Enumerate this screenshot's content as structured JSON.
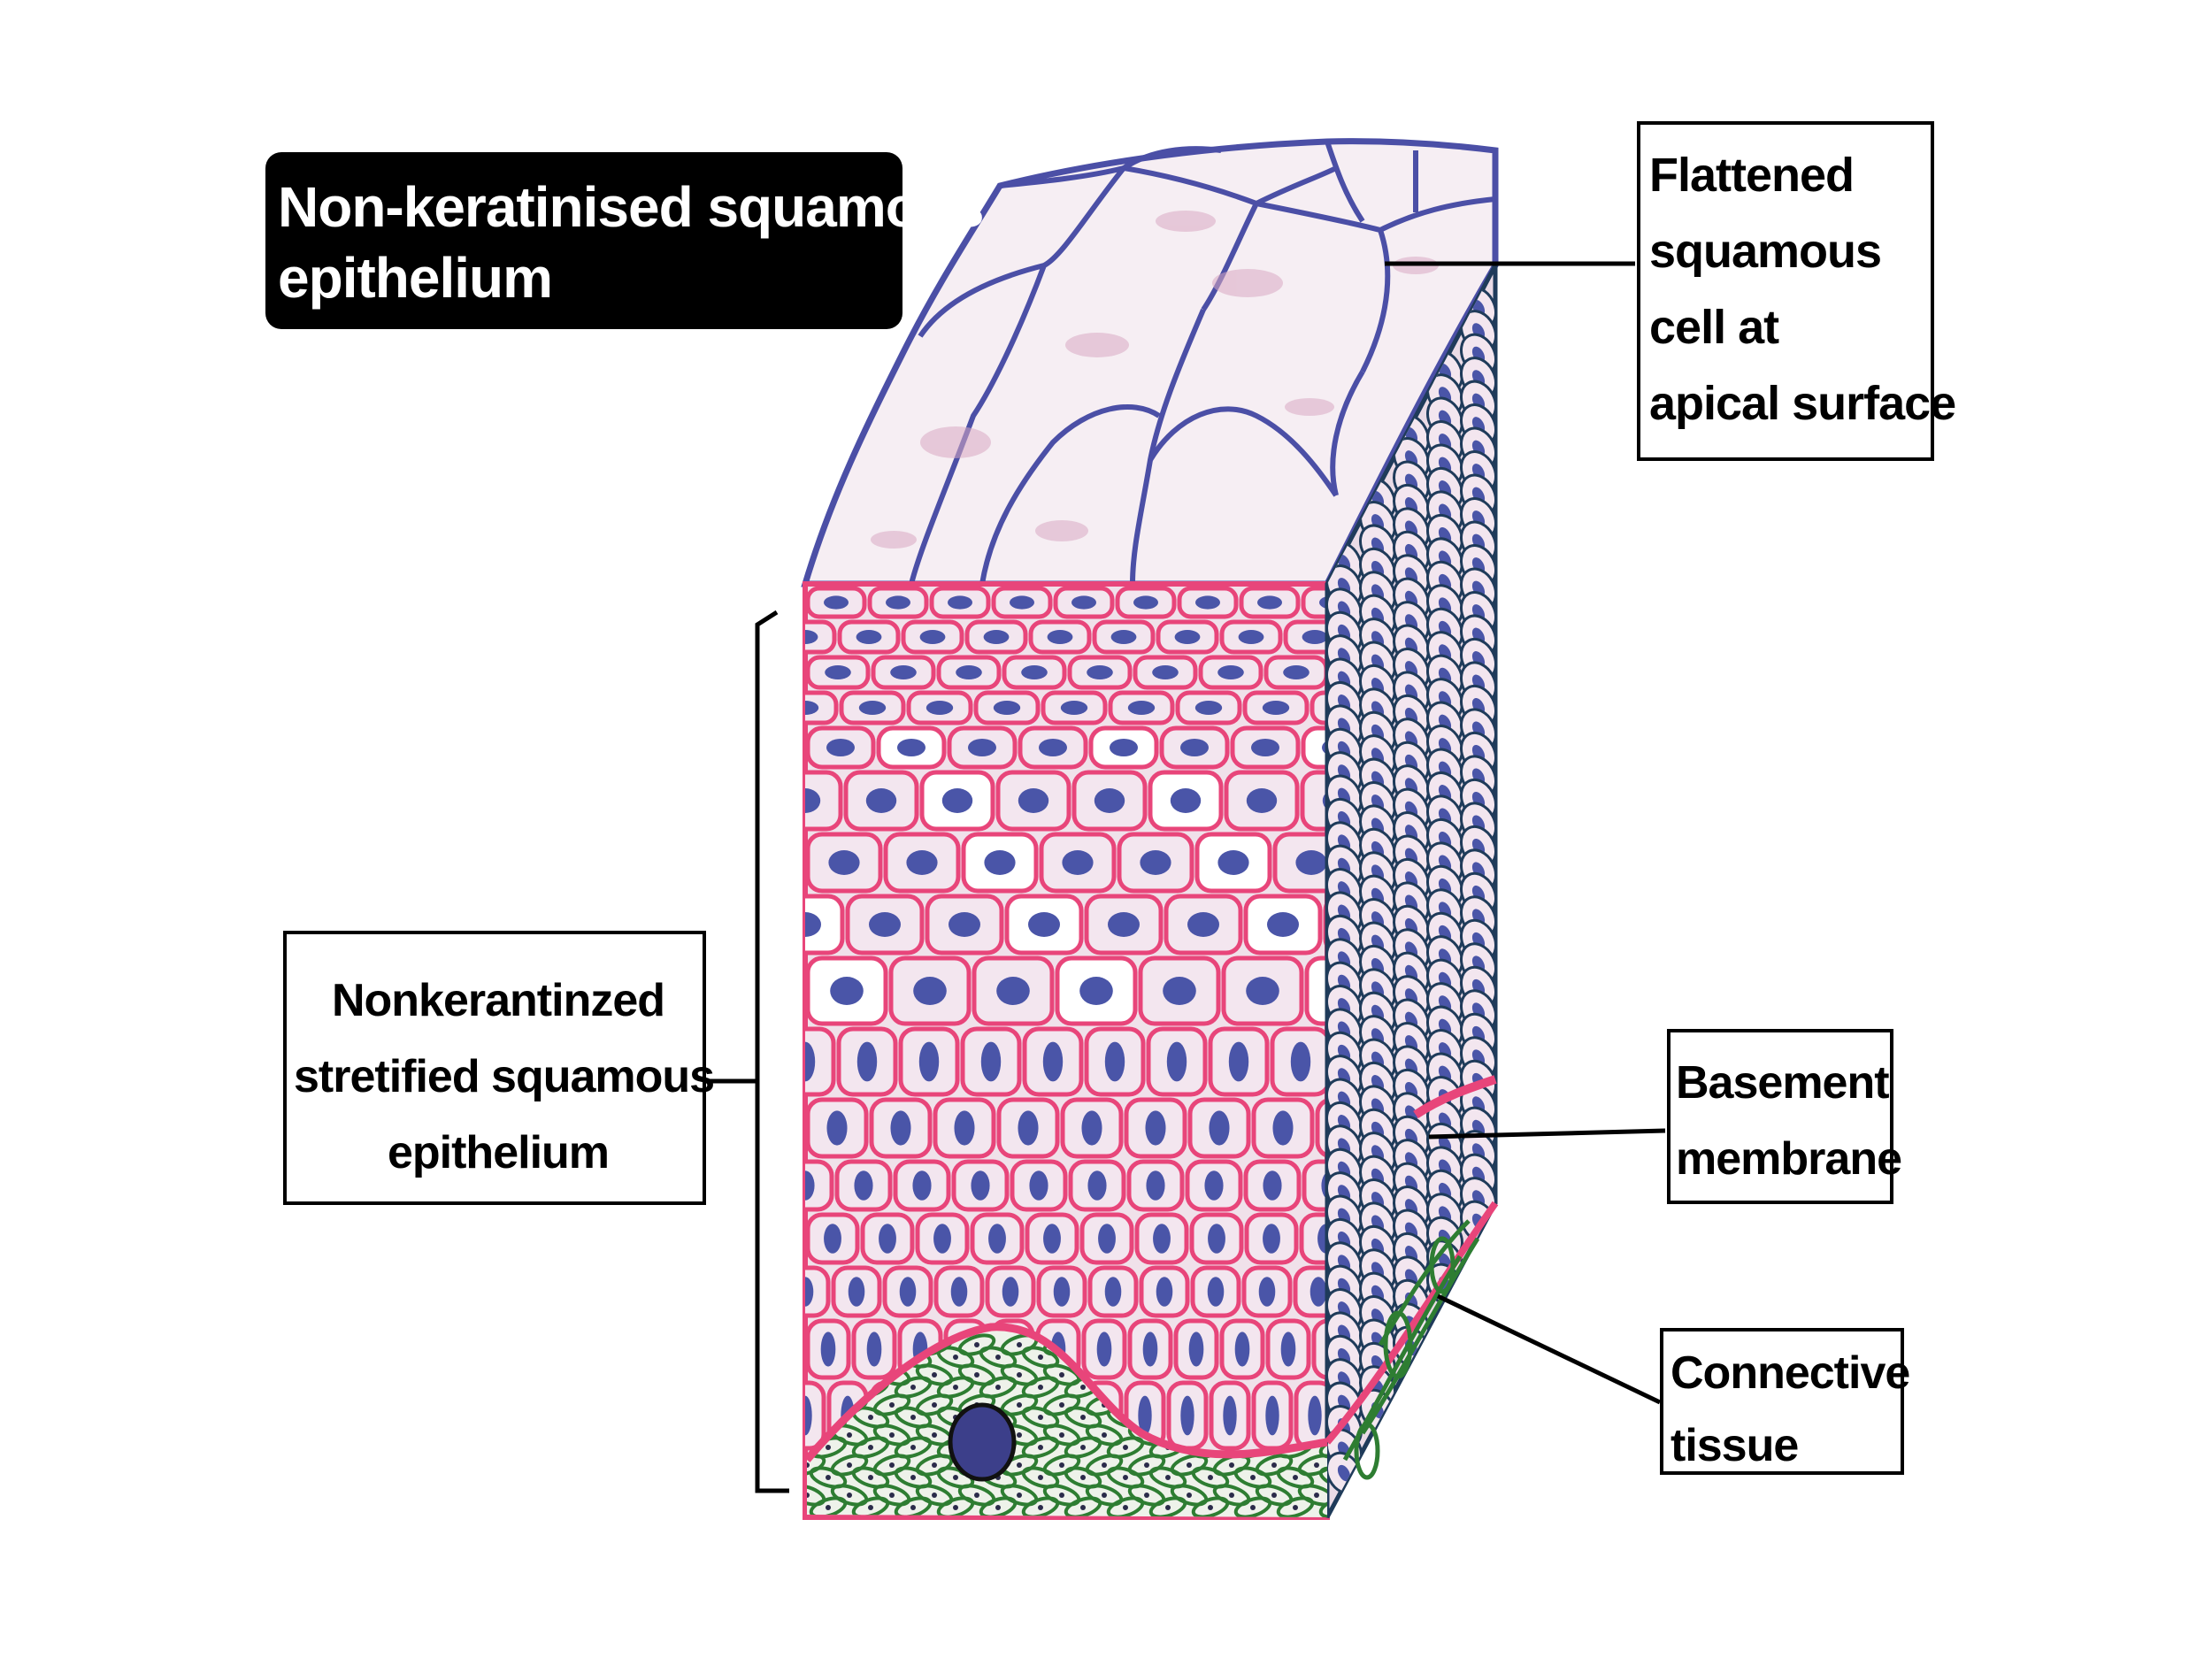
{
  "title": {
    "line1": "Non-keratinised squamous",
    "line2": "epithelium"
  },
  "labels": {
    "flattened": {
      "lines": [
        "Flattened",
        "squamous",
        "cell at",
        "apical surface"
      ]
    },
    "stratified": {
      "lines": [
        "Nonkerantinzed",
        "stretified squamous",
        "epithelium"
      ]
    },
    "basement": {
      "lines": [
        "Basement",
        "membrane"
      ]
    },
    "connective": {
      "lines": [
        "Connective",
        "tissue"
      ]
    }
  },
  "colors": {
    "cell_membrane": "#e8457a",
    "nucleus": "#4a55a8",
    "apical_outline": "#4b4fa6",
    "cytoplasm": "#f3e6ef",
    "connective_fiber": "#2e7d32",
    "side_outline": "#1f3b5a"
  }
}
